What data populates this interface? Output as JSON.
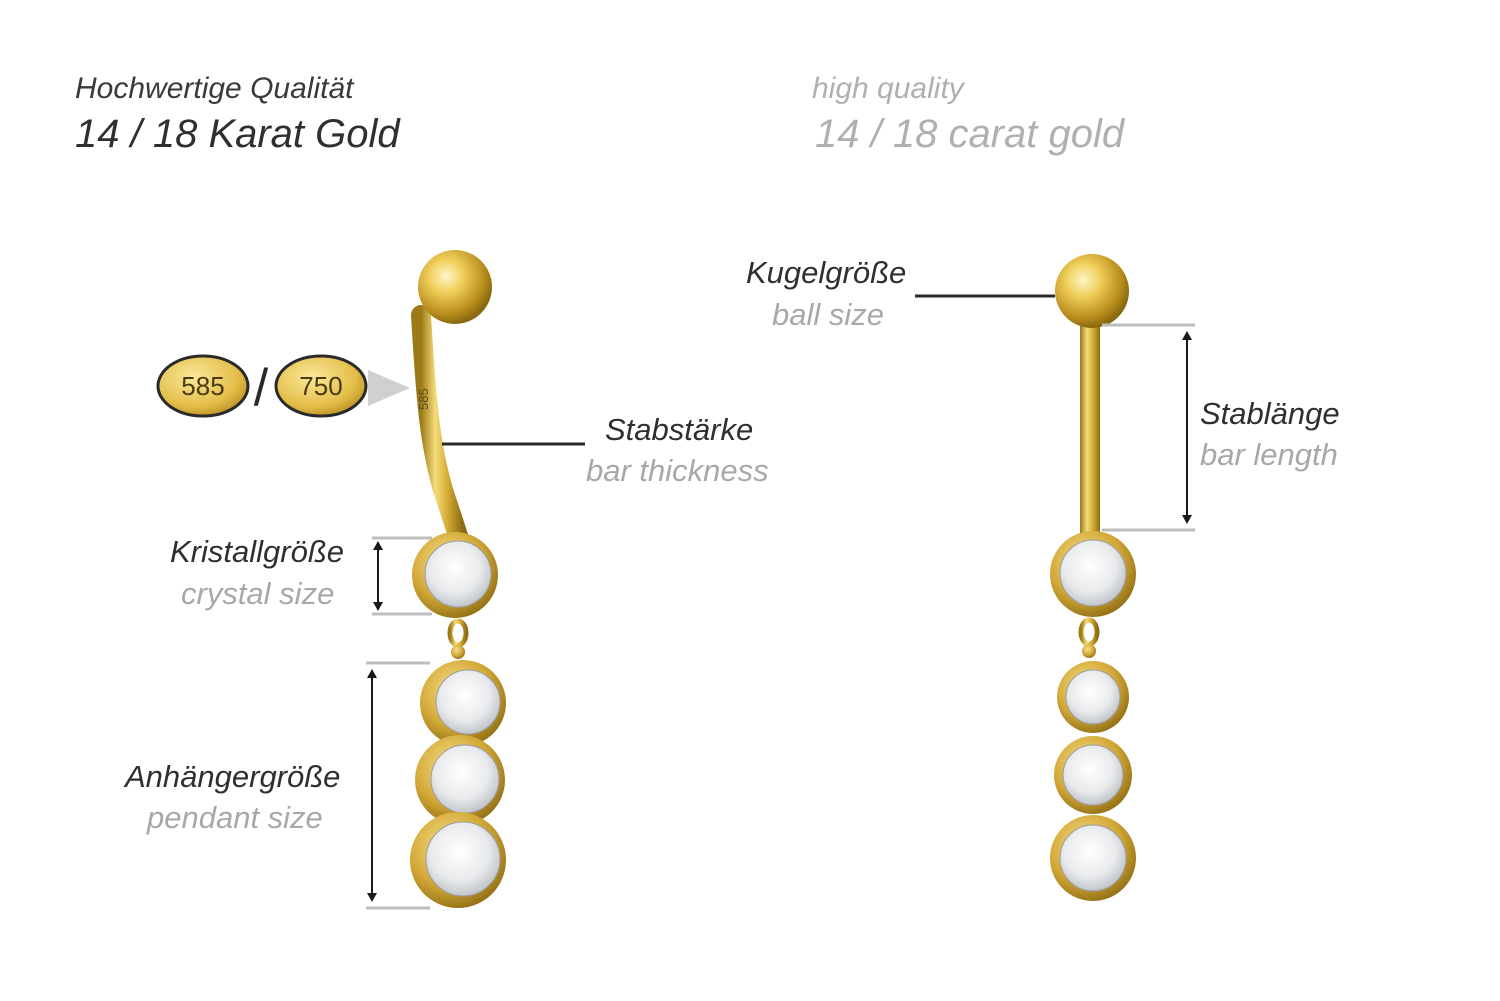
{
  "header": {
    "de_subtitle": "Hochwertige Qualität",
    "de_title": "14 / 18 Karat Gold",
    "en_subtitle": "high quality",
    "en_title": "14 / 18 carat gold"
  },
  "stamps": {
    "left": "585",
    "separator": "/",
    "right": "750",
    "bar_engraving": "585"
  },
  "labels": {
    "bar_thickness": {
      "de": "Stabstärke",
      "en": "bar thickness"
    },
    "crystal_size": {
      "de": "Kristallgröße",
      "en": "crystal size"
    },
    "pendant_size": {
      "de": "Anhängergröße",
      "en": "pendant size"
    },
    "ball_size": {
      "de": "Kugelgröße",
      "en": "ball size"
    },
    "bar_length": {
      "de": "Stablänge",
      "en": "bar length"
    }
  },
  "colors": {
    "gold": "#d9b23a",
    "gold_dark": "#a9821a",
    "crystal": "#eef0f2",
    "leader_line": "#2a2a2a",
    "guide_line": "#bdbdbd"
  }
}
